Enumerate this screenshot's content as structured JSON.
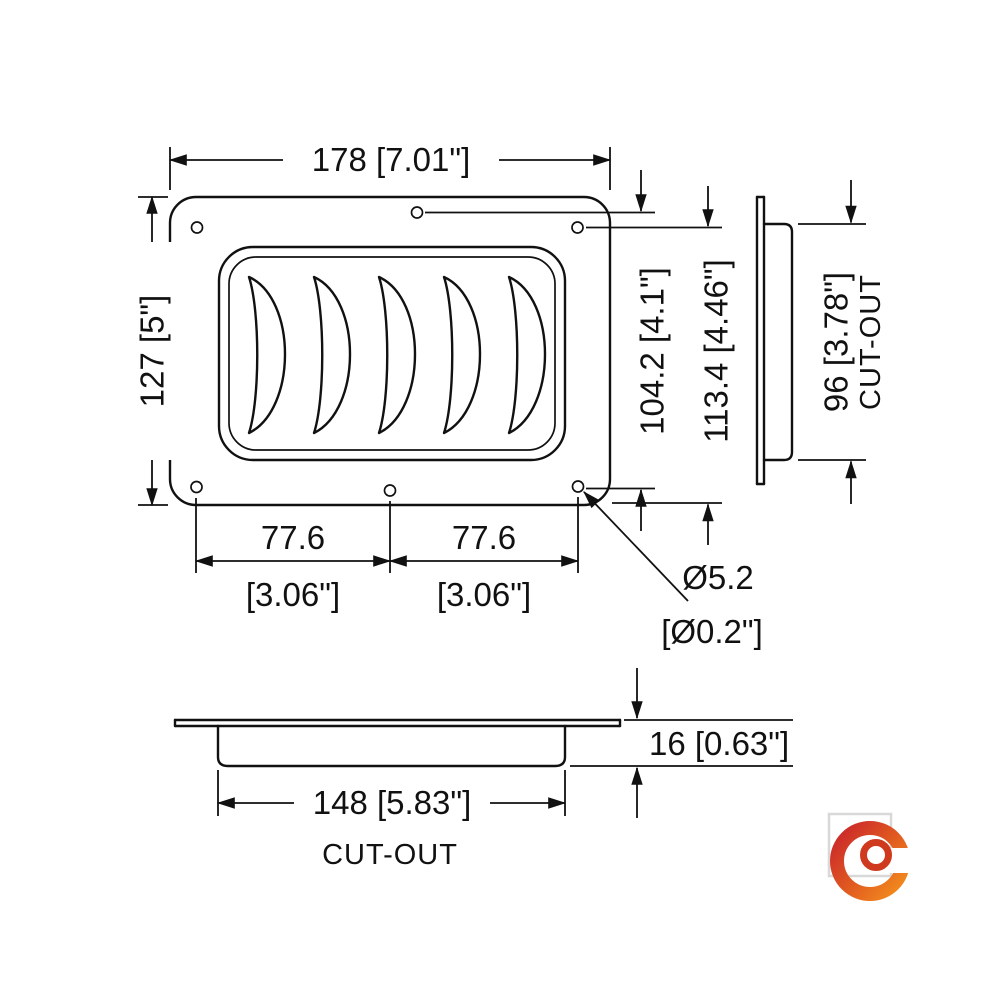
{
  "front_view": {
    "dim_width": "178 [7.01\"]",
    "dim_height": "127 [5\"]",
    "dim_holes_vertical_inner": "104.2 [4.1\"]",
    "dim_holes_vertical_outer": "113.4 [4.46\"]",
    "dim_hole_span_left_mm": "77.6",
    "dim_hole_span_left_in": "[3.06\"]",
    "dim_hole_span_right_mm": "77.6",
    "dim_hole_span_right_in": "[3.06\"]",
    "dim_hole_diameter_mm": "Ø5.2",
    "dim_hole_diameter_in": "[Ø0.2\"]"
  },
  "side_view": {
    "dim_cutout_height": "96 [3.78\"]",
    "cutout_label": "CUT-OUT"
  },
  "section_view": {
    "dim_depth": "16 [0.63\"]",
    "dim_cutout_width": "148 [5.83\"]",
    "cutout_label": "CUT-OUT"
  },
  "colors": {
    "line": "#111111",
    "logo_orange": "#ee7622",
    "logo_red": "#c9252b",
    "logo_square_gray": "#d8d8d8"
  }
}
